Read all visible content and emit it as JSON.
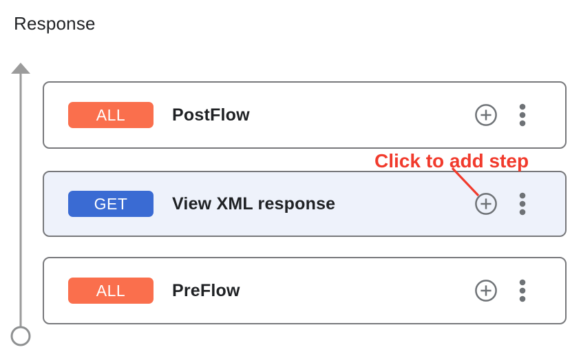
{
  "panel": {
    "title": "Response"
  },
  "flow": {
    "cards": [
      {
        "method": "ALL",
        "name": "PostFlow",
        "highlighted": false
      },
      {
        "method": "GET",
        "name": "View XML response",
        "highlighted": true
      },
      {
        "method": "ALL",
        "name": "PreFlow",
        "highlighted": false
      }
    ]
  },
  "icons": {
    "add_step": "plus-circle",
    "more_options": "kebab-vertical-dots",
    "flow_direction": "up-arrow-line-with-origin-circle"
  },
  "annotation": {
    "label": "Click to add step",
    "color": "#f13a2c"
  },
  "colors": {
    "method_all_badge": "#fa6f4d",
    "method_get_badge": "#3a6bd3",
    "selected_card_background": "#eef2fb",
    "card_border": "#77787b",
    "icon_gray": "#6e7276",
    "flow_line_gray": "#9b9b9b",
    "annotation_red": "#f13a2c",
    "text_dark": "#1f2124",
    "page_background": "#ffffff"
  }
}
